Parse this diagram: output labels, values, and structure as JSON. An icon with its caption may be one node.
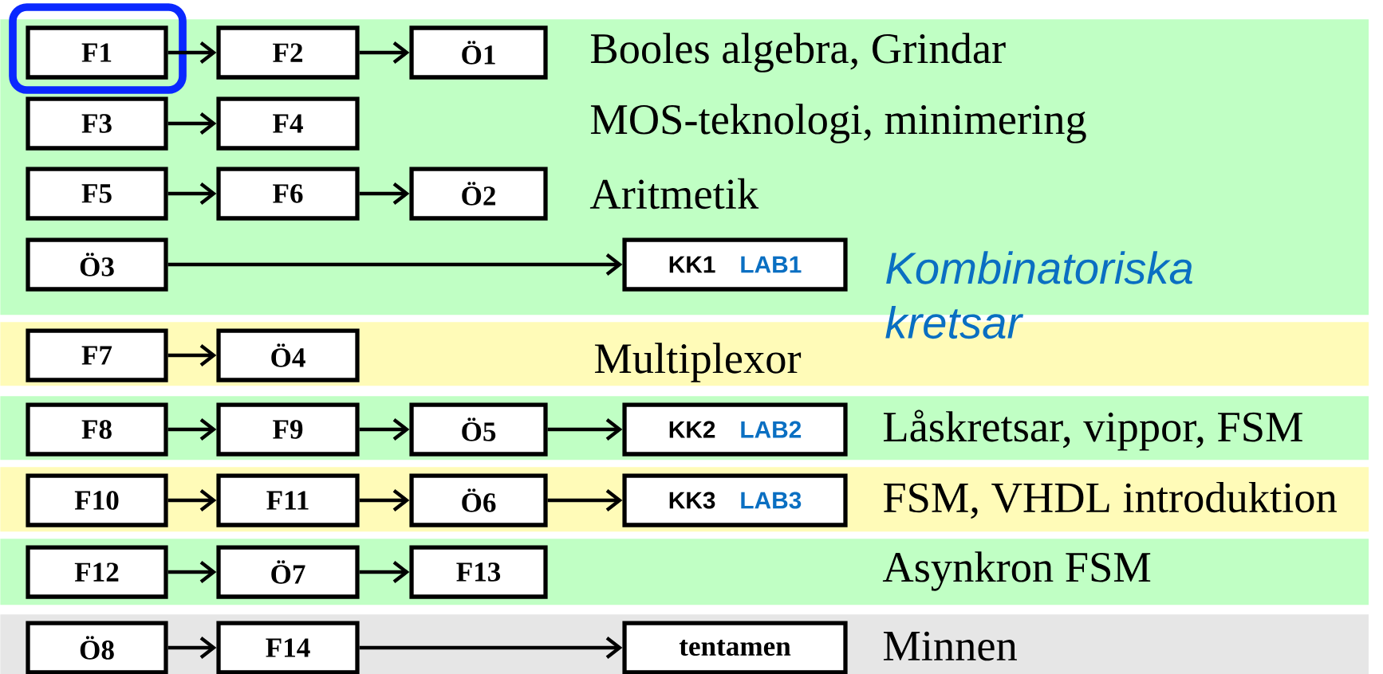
{
  "diagram": {
    "nodes": [
      {
        "text": [
          "Booles algebra, Grindar",
          "MOS-teknologi,  minimering",
          "Aritmetik"
        ]
      },
      {
        "text": [
          "F1"
        ],
        "in": 0
      },
      {
        "text": [
          "F2"
        ],
        "in": 0
      },
      {
        "text": [
          "Ö1"
        ],
        "in": 0
      },
      {
        "text": [
          "F3"
        ],
        "in": 0
      },
      {
        "text": [
          "F4"
        ],
        "in": 0
      },
      {
        "text": [
          "F5"
        ],
        "in": 0
      },
      {
        "text": [
          "F6"
        ],
        "in": 0
      },
      {
        "text": [
          "Ö2"
        ],
        "in": 0
      },
      {
        "text": [
          "Ö3"
        ],
        "in": 0
      },
      {
        "text": [
          "KK1",
          "LAB1"
        ],
        "in": 0
      },
      {
        "text": [
          "Multiplexor"
        ]
      },
      {
        "text": [
          "F7"
        ],
        "in": 11
      },
      {
        "text": [
          "Ö4"
        ],
        "in": 11
      },
      {
        "text": [
          "Låskretsar, vippor, FSM"
        ]
      },
      {
        "text": [
          "F8"
        ],
        "in": 14
      },
      {
        "text": [
          "F9"
        ],
        "in": 14
      },
      {
        "text": [
          "Ö5"
        ],
        "in": 14
      },
      {
        "text": [
          "KK2",
          "LAB2"
        ],
        "in": 14
      },
      {
        "text": [
          "FSM, VHDL introduktion"
        ]
      },
      {
        "text": [
          "F10"
        ],
        "in": 19
      },
      {
        "text": [
          "F11"
        ],
        "in": 19
      },
      {
        "text": [
          "Ö6"
        ],
        "in": 19
      },
      {
        "text": [
          "KK3",
          "LAB3"
        ],
        "in": 19
      },
      {
        "text": [
          "Asynkron FSM"
        ]
      },
      {
        "text": [
          "F12"
        ],
        "in": 24
      },
      {
        "text": [
          "Ö7"
        ],
        "in": 24
      },
      {
        "text": [
          "F13"
        ],
        "in": 24
      },
      {
        "text": [
          "Minnen"
        ]
      },
      {
        "text": [
          "Ö8"
        ],
        "in": 28
      },
      {
        "text": [
          "F14"
        ],
        "in": 28
      },
      {
        "text": [
          "tentamen"
        ],
        "in": 28
      }
    ],
    "edges": [
      {
        "from": 1,
        "to": 2,
        "arrow": "to"
      },
      {
        "from": 2,
        "to": 3,
        "arrow": "to"
      },
      {
        "from": 4,
        "to": 5,
        "arrow": "to"
      },
      {
        "from": 6,
        "to": 7,
        "arrow": "to"
      },
      {
        "from": 7,
        "to": 8,
        "arrow": "to"
      },
      {
        "from": 9,
        "to": 10,
        "arrow": "to"
      },
      {
        "from": 12,
        "to": 13,
        "arrow": "to"
      },
      {
        "from": 15,
        "to": 16,
        "arrow": "to"
      },
      {
        "from": 16,
        "to": 17,
        "arrow": "to"
      },
      {
        "from": 17,
        "to": 18,
        "arrow": "to"
      },
      {
        "from": 20,
        "to": 21,
        "arrow": "to"
      },
      {
        "from": 21,
        "to": 22,
        "arrow": "to"
      },
      {
        "from": 22,
        "to": 23,
        "arrow": "to"
      },
      {
        "from": 25,
        "to": 26,
        "arrow": "to"
      },
      {
        "from": 26,
        "to": 27,
        "arrow": "to"
      },
      {
        "from": 29,
        "to": 30,
        "arrow": "to"
      },
      {
        "from": 30,
        "to": 31,
        "arrow": "to"
      }
    ],
    "labels": [
      "Kombinatoriska kretsar"
    ]
  }
}
